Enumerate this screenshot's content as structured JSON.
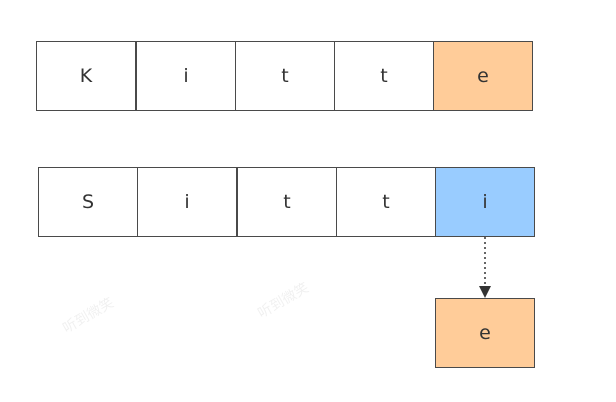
{
  "row_top": {
    "cells": [
      "K",
      "i",
      "t",
      "t",
      "e"
    ]
  },
  "row_bottom": {
    "cells": [
      "S",
      "i",
      "t",
      "t",
      "i"
    ]
  },
  "extra_cell": "e",
  "colors": {
    "highlight_orange": "#ffcc99",
    "highlight_blue": "#99ccff",
    "border": "#4a4a4a"
  },
  "watermark": "听到微笑"
}
